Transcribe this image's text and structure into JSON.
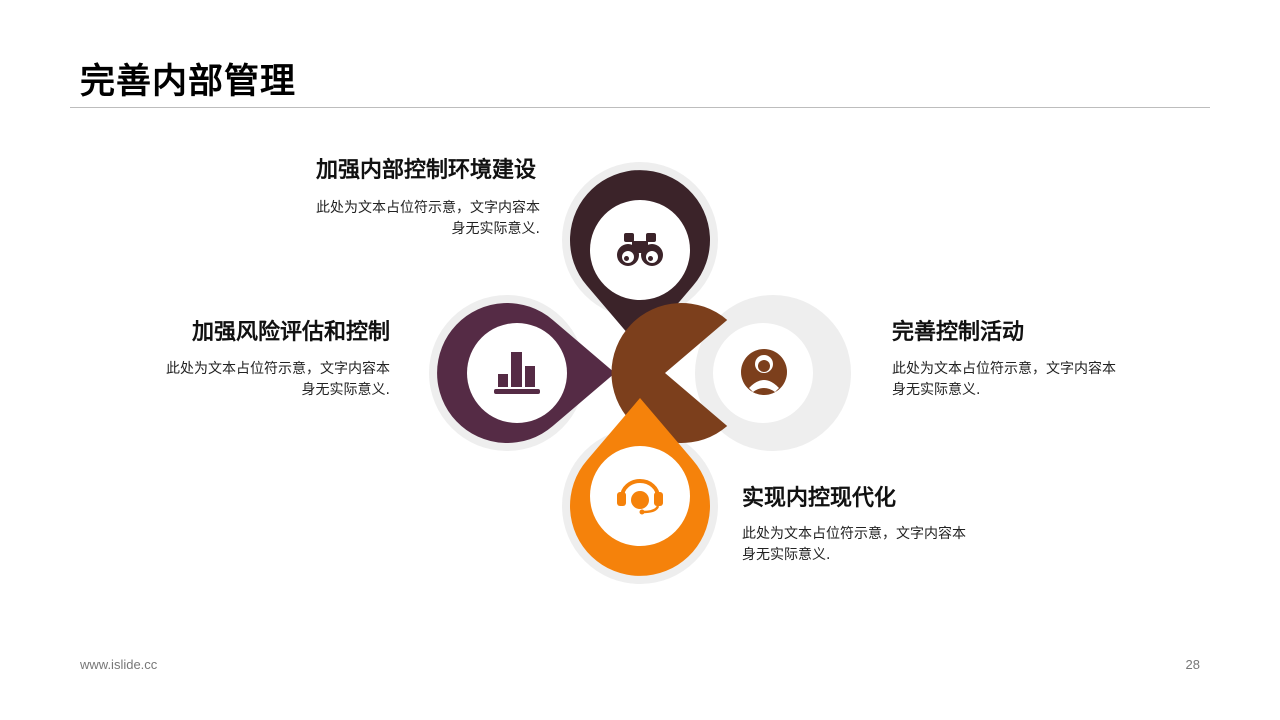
{
  "page": {
    "title": "完善内部管理",
    "footer_url": "www.islide.cc",
    "page_number": "28"
  },
  "colors": {
    "top": "#3b2329",
    "left": "#552b45",
    "right": "#7c3f1c",
    "bottom": "#f5820b",
    "halo": "#eeeeee"
  },
  "items": [
    {
      "title": "加强内部控制环境建设",
      "desc_line1": "此处为文本占位符示意，文字内容本",
      "desc_line2": "身无实际意义.",
      "icon": "binoculars-icon"
    },
    {
      "title": "加强风险评估和控制",
      "desc_line1": "此处为文本占位符示意，文字内容本",
      "desc_line2": "身无实际意义.",
      "icon": "bar-chart-icon"
    },
    {
      "title": "完善控制活动",
      "desc_line1": "此处为文本占位符示意，文字内容本",
      "desc_line2": "身无实际意义.",
      "icon": "user-icon"
    },
    {
      "title": "实现内控现代化",
      "desc_line1": "此处为文本占位符示意，文字内容本",
      "desc_line2": "身无实际意义.",
      "icon": "headset-icon"
    }
  ]
}
